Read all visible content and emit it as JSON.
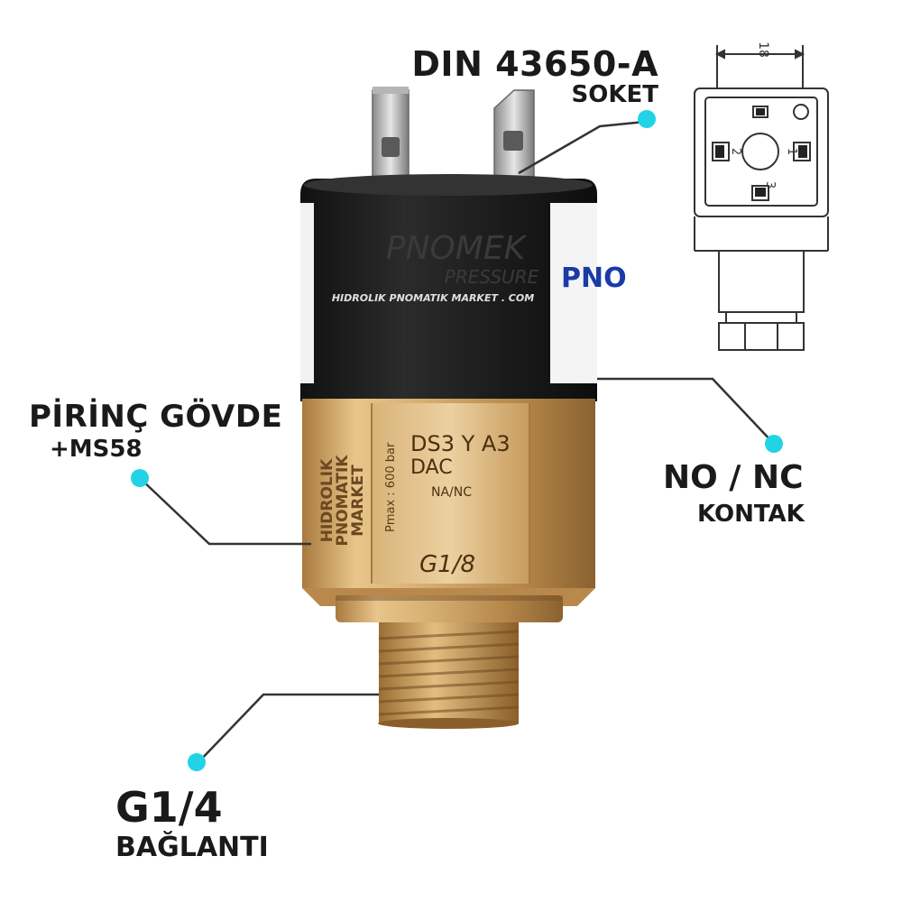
{
  "callouts": {
    "socket": {
      "title": "DIN 43650-A",
      "subtitle": "SOKET"
    },
    "body": {
      "title": "PİRİNÇ GÖVDE",
      "subtitle": "+MS58"
    },
    "contact": {
      "title": "NO / NC",
      "subtitle": "KONTAK"
    },
    "connection": {
      "title": "G1/4",
      "subtitle": "BAĞLANTI"
    }
  },
  "product": {
    "brand": "PNOMEK",
    "brand_sub": "PRESSURE",
    "watermark": "HIDROLIK PNOMATIK MARKET . COM",
    "label_brand": "PNO",
    "body_vertical_1": "HIDROLIK",
    "body_vertical_2": "PNOMATIK",
    "body_vertical_3": "MARKET",
    "pmax": "Pmax : 600 bar",
    "model": "DS3 Y A3",
    "dac": "DAC",
    "contact_type": "NA/NC",
    "thread": "G1/8"
  },
  "diagram": {
    "dimension": "18",
    "pin_1": "1",
    "pin_2": "2",
    "pin_3": "3"
  },
  "colors": {
    "accent_dot": "#22d3e6",
    "leader_line": "#333333",
    "brass": "#c9a26b",
    "cap_black": "#1c1c1c"
  }
}
